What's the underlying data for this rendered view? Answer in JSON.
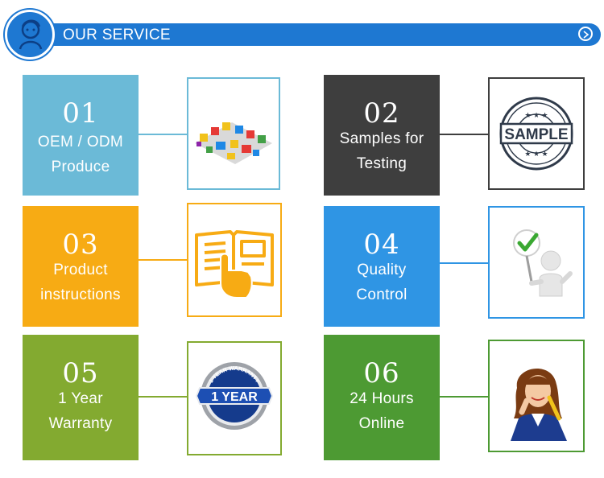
{
  "header": {
    "title": "OUR SERVICE"
  },
  "services": [
    {
      "num": "01",
      "line1": "OEM / ODM",
      "line2": "Produce",
      "color": "#6bbad7",
      "image": "factory-icon"
    },
    {
      "num": "02",
      "line1": "Samples for",
      "line2": "Testing",
      "color": "#3e3e3e",
      "image": "sample-stamp-icon",
      "stamp": "SAMPLE"
    },
    {
      "num": "03",
      "line1": "Product",
      "line2": "instructions",
      "color": "#f7ab14",
      "image": "book-hand-icon"
    },
    {
      "num": "04",
      "line1": "Quality",
      "line2": "Control",
      "color": "#2f95e4",
      "image": "checkmark-person-icon"
    },
    {
      "num": "05",
      "line1": "1 Year",
      "line2": "Warranty",
      "color": "#83aa30",
      "image": "warranty-badge-icon",
      "badge_main": "1 YEAR",
      "badge_ring": "1 YEAR WARRANTY"
    },
    {
      "num": "06",
      "line1": "24 Hours",
      "line2": "Online",
      "color": "#4d9a33",
      "image": "support-agent-icon"
    }
  ]
}
